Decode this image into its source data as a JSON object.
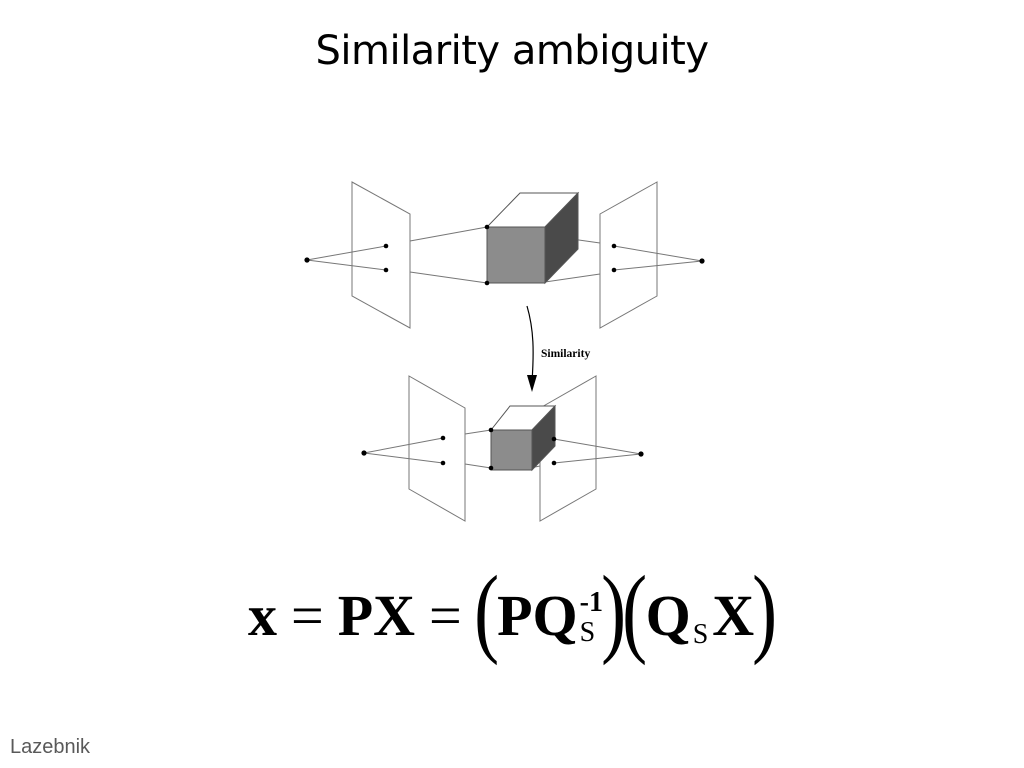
{
  "slide": {
    "title": "Similarity ambiguity",
    "credit": "Lazebnik"
  },
  "figure": {
    "arrow_label": "Similarity"
  },
  "equation": {
    "lhs": "x",
    "eq1": "=",
    "px": "PX",
    "eq2": "=",
    "open1": "(",
    "pq": "PQ",
    "sup_inv": "-1",
    "sub_s1": "S",
    "close1": ")",
    "open2": "(",
    "q": "Q",
    "sub_s2": "S",
    "x": "X",
    "close2": ")"
  }
}
